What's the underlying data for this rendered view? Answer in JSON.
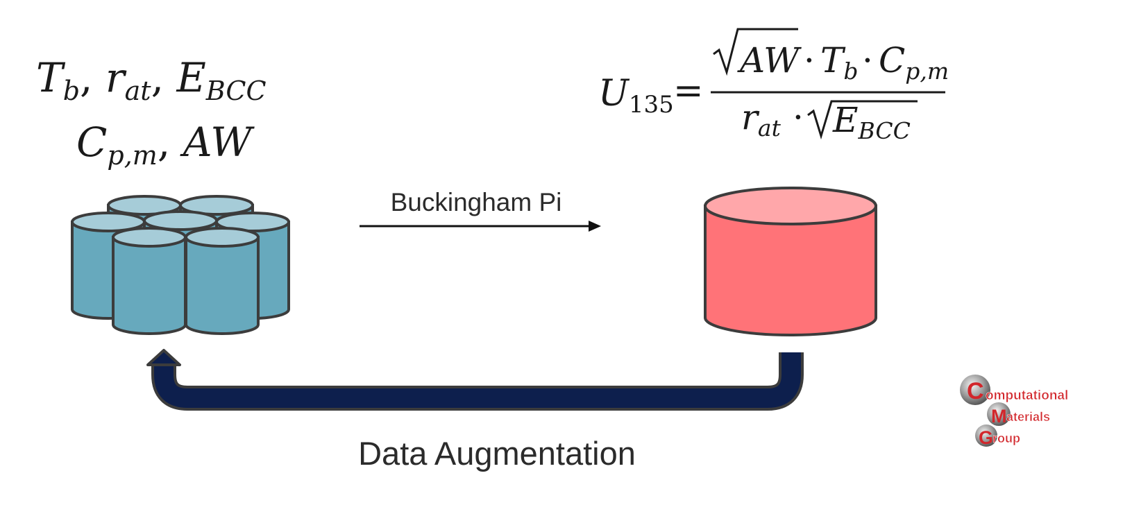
{
  "diagram": {
    "inputs": {
      "line1": {
        "T": "T",
        "T_sub": "b",
        "sep1": ", ",
        "r": "r",
        "r_sub": "at",
        "sep2": ", ",
        "E": "E",
        "E_sub": "BCC"
      },
      "line2": {
        "C": "C",
        "C_sub": "p,m",
        "sep": ", ",
        "AW": "AW"
      }
    },
    "formula": {
      "lhs": "U",
      "lhs_sub": "135",
      "equals": "=",
      "num_AW": "AW",
      "dot": "·",
      "num_T": "T",
      "num_T_sub": "b",
      "num_C": "C",
      "num_C_sub": "p,m",
      "den_r": "r",
      "den_r_sub": "at",
      "den_E": "E",
      "den_E_sub": "BCC"
    },
    "arrow_label": "Buckingham Pi",
    "loop_label": "Data Augmentation",
    "logo": {
      "line1_initial": "C",
      "line1_rest": "omputational",
      "line2_initial": "M",
      "line2_rest": "aterials",
      "line3_initial": "G",
      "line3_rest": "roup"
    },
    "colors": {
      "cluster_fill": "#67a9bd",
      "cluster_top": "#a6ccd8",
      "single_fill": "#ff7378",
      "single_top": "#ffa7aa",
      "loop_arrow": "#0d1f4d",
      "outline": "#3c3c3c",
      "logo_red": "#d2262b"
    }
  }
}
